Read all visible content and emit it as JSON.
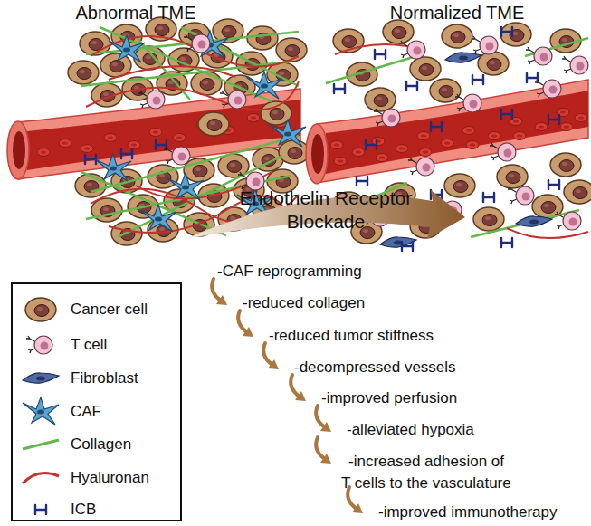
{
  "diagram": {
    "labels": [
      "Abnormal TME",
      "Normalized TME",
      "Endothelin Receptor Blockade",
      "-CAF reprogramming",
      "-reduced collagen",
      "-reduced tumor stiffness",
      "-decompressed vessels",
      "-improved perfusion",
      "-alleviated hypoxia",
      "-increased adhesion of T cells to the vasculature",
      "-improved immunotherapy"
    ],
    "legend": [
      {
        "text": "Cancer cell"
      },
      {
        "text": "T cell"
      },
      {
        "text": "Fibroblast"
      },
      {
        "text": "CAF"
      },
      {
        "text": "Collagen"
      },
      {
        "text": "Hyaluronan"
      },
      {
        "text": "ICB"
      }
    ]
  }
}
